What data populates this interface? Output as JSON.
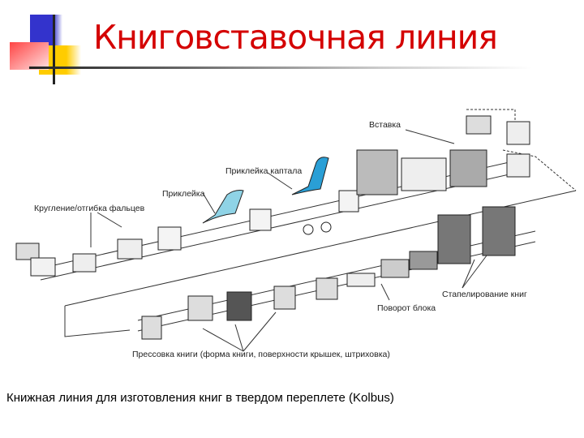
{
  "slide": {
    "title": "Книговставочная линия",
    "caption": "Книжная линия для изготовления книг в твердом переплете (Kolbus)"
  },
  "diagram": {
    "labels": {
      "insertion": "Вставка",
      "headband": "Приклейка каптала",
      "gluing": "Приклейка",
      "rounding": "Кругление/отгибка фальцев",
      "stacking": "Стапелирование книг",
      "turning": "Поворот блока",
      "pressing": "Прессовка книги (форма книги, поверхности крышек, штриховка)"
    },
    "colors": {
      "title": "#d40000",
      "glue_blue": "#2a9fd6",
      "glue_light": "#8fd3e6",
      "deco_blue": "#3333cc",
      "deco_yellow": "#ffcc00",
      "deco_red": "#ff4444"
    }
  }
}
